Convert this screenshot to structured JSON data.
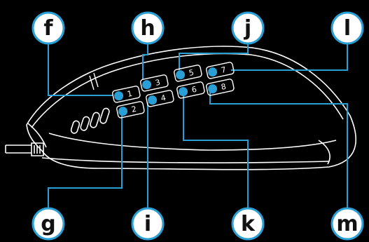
{
  "colors": {
    "background": "#000000",
    "outline": "#ffffff",
    "accent": "#2a9fd6",
    "callout_fill": "#ffffff",
    "callout_text": "#111111"
  },
  "callouts": [
    {
      "letter": "f",
      "button": "1"
    },
    {
      "letter": "g",
      "button": "2"
    },
    {
      "letter": "h",
      "button": "3"
    },
    {
      "letter": "i",
      "button": "4"
    },
    {
      "letter": "j",
      "button": "5"
    },
    {
      "letter": "k",
      "button": "6"
    },
    {
      "letter": "l",
      "button": "7"
    },
    {
      "letter": "m",
      "button": "8"
    }
  ],
  "buttons": [
    "1",
    "2",
    "3",
    "4",
    "5",
    "6",
    "7",
    "8"
  ]
}
